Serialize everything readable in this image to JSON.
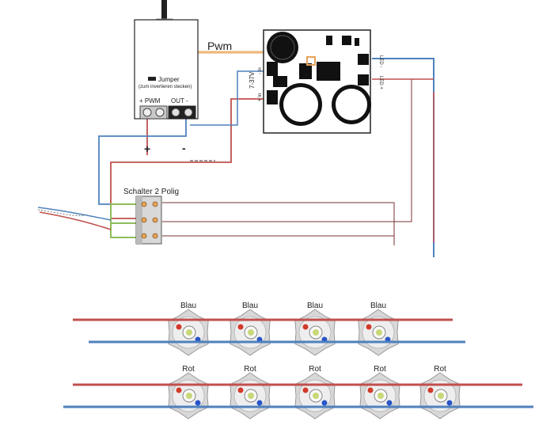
{
  "receiver": {
    "jumper_label": "Jumper",
    "jumper_note": "(zum invertieren stecken)",
    "plus_pwm": "+ PWM",
    "out_minus": "OUT -"
  },
  "pwm_label": "Pwm",
  "driver": {
    "pin_in_minus": "- In",
    "pin_voltage": "7-37V",
    "pin_in_plus": "+ In",
    "led_minus": "LED -",
    "led_plus": "LED +"
  },
  "polarity": {
    "plus": "+",
    "minus": "-"
  },
  "switch_label": "Schalter 2 Polig",
  "blue_leds": [
    "Blau",
    "Blau",
    "Blau",
    "Blau"
  ],
  "red_leds": [
    "Rot",
    "Rot",
    "Rot",
    "Rot",
    "Rot"
  ],
  "colors": {
    "red_wire": "#c0504d",
    "blue_wire": "#4f81bd",
    "green_wire": "#8fbc5a",
    "orange_wire": "#e8a25a",
    "led_red_dot": "#d23a2a",
    "led_blue_dot": "#2a55c8",
    "led_chip": "#c8d878"
  }
}
